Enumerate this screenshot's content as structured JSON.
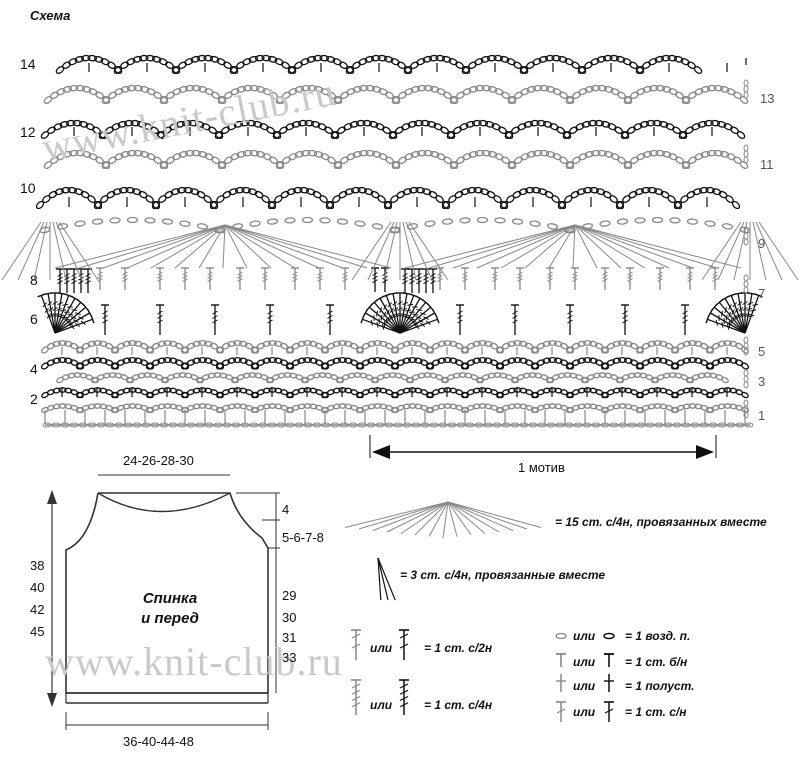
{
  "title": "Схема",
  "watermark": "www.knit-club.ru",
  "rows_left": [
    "14",
    "12",
    "10",
    "8",
    "6",
    "4",
    "2"
  ],
  "rows_right": [
    "13",
    "11",
    "9",
    "7",
    "5",
    "3",
    "1"
  ],
  "motif_label": "1 мотив",
  "pattern": {
    "top_width": "24-26-28-30",
    "bottom_width": "36-40-44-48",
    "neck_depth": "4",
    "armhole": "5-6-7-8",
    "left_heights": [
      "38",
      "40",
      "42",
      "45"
    ],
    "right_heights": [
      "29",
      "30",
      "31",
      "33"
    ],
    "panel_label_1": "Спинка",
    "panel_label_2": "и перед"
  },
  "legend": {
    "fan15": "= 15 ст. с/4н, провязанных вместе",
    "fan3": "= 3 ст. с/4н, провязанные вместе",
    "dc2": "= 1 ст. с/2н",
    "dc4": "= 1 ст. с/4н",
    "or": "или",
    "chain": "= 1 возд. п.",
    "sc": "= 1 ст. б/н",
    "hdc": "= 1 полуст.",
    "dc": "= 1 ст. с/н"
  }
}
